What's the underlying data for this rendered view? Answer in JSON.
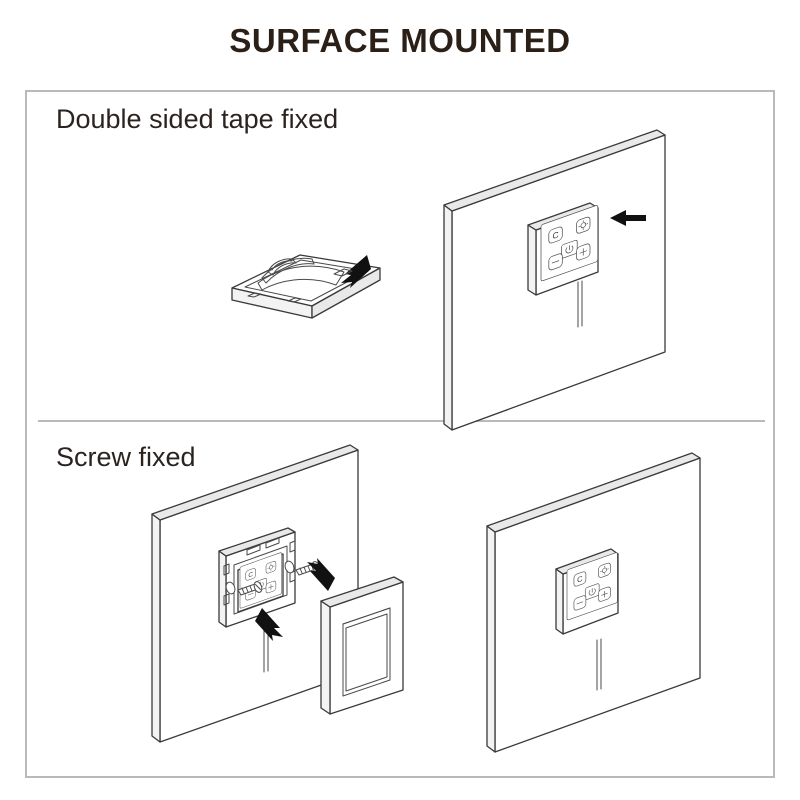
{
  "page": {
    "title": "SURFACE MOUNTED",
    "background_color": "#ffffff",
    "text_color": "#2b2320",
    "border_color": "#b9b9b9",
    "line_color": "#3a3a3a",
    "arrow_color": "#111111"
  },
  "sections": [
    {
      "id": "tape",
      "label": "Double sided tape fixed",
      "steps": [
        {
          "id": "peel-tape",
          "name": "switch-back-with-tape",
          "caption": "",
          "arrow": "points-down-left-at-tape"
        },
        {
          "id": "press-to-wall",
          "name": "panel-mounted-on-wall",
          "caption": "",
          "arrow": "points-left-at-panel"
        }
      ]
    },
    {
      "id": "screw",
      "label": "Screw fixed",
      "steps": [
        {
          "id": "screw-bracket",
          "name": "bracket-with-screws-on-wall",
          "caption": "",
          "arrow": "points-up-left-at-bracket"
        },
        {
          "id": "attach-frame",
          "name": "cover-frame",
          "caption": "",
          "arrow": "points-up-left-at-frame"
        },
        {
          "id": "finished",
          "name": "finished-panel-on-wall",
          "caption": "",
          "arrow": "none"
        }
      ]
    }
  ],
  "panel": {
    "name": "touch-switch-panel",
    "buttons": [
      {
        "position": "top-left",
        "symbol": "C",
        "meaning": "color-temperature"
      },
      {
        "position": "top-right",
        "symbol": "☀",
        "meaning": "brightness"
      },
      {
        "position": "center",
        "symbol": "⏻",
        "meaning": "power"
      },
      {
        "position": "bottom-left",
        "symbol": "−",
        "meaning": "decrease"
      },
      {
        "position": "bottom-right",
        "symbol": "+",
        "meaning": "increase"
      }
    ],
    "wire": "single cable from bottom of panel"
  },
  "hardware": {
    "screws": 2,
    "screw_name": "mounting-screw",
    "cover_frame": "snap-on-cover-frame",
    "tape": "double-sided-adhesive-tape"
  }
}
